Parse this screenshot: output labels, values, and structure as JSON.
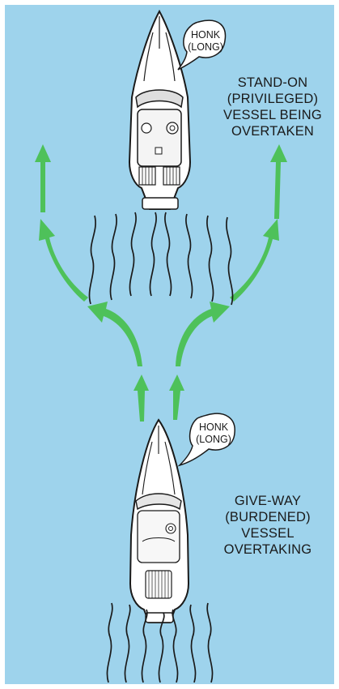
{
  "colors": {
    "water": "#9ed3ec",
    "arrow": "#4ec15a",
    "frame": "#9ed3ec",
    "boat_outline": "#1a1a1a",
    "boat_fill": "#ffffff",
    "wake": "#1a1a1a"
  },
  "stand_on_vessel": {
    "signal_lines": [
      "HONK",
      "(LONG)"
    ],
    "label_lines": [
      "STAND-ON",
      "(PRIVILEGED)",
      "VESSEL BEING",
      "OVERTAKEN"
    ]
  },
  "give_way_vessel": {
    "signal_lines": [
      "HONK",
      "(LONG)"
    ],
    "label_lines": [
      "GIVE-WAY",
      "(BURDENED)",
      "VESSEL",
      "OVERTAKING"
    ]
  }
}
